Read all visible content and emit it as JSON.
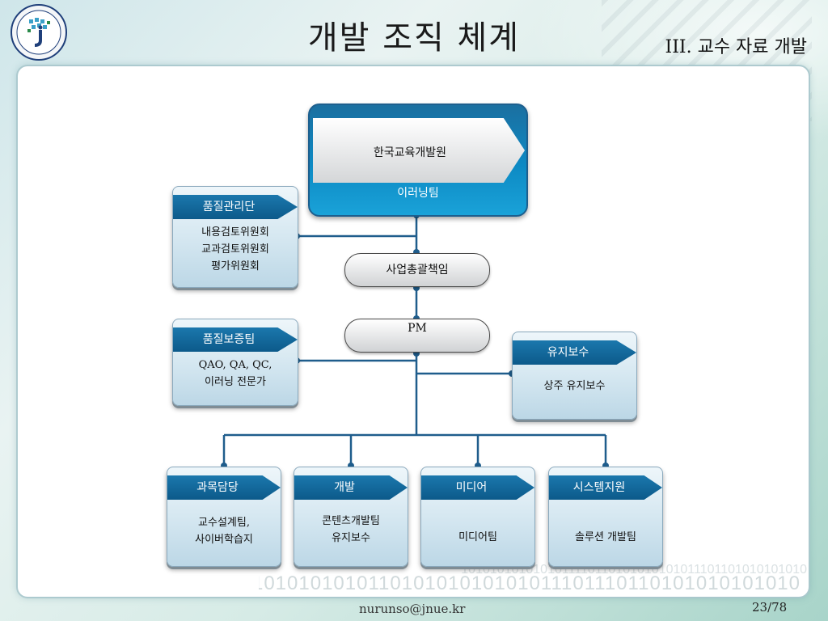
{
  "title": "개발 조직 체계",
  "section": "III. 교수 자료 개발",
  "top": {
    "title": "한국교육개발원",
    "subtitle": "이러닝팀"
  },
  "pills": {
    "manager": "사업총괄책임",
    "pm": "PM"
  },
  "quality_mgmt": {
    "label": "품질관리단",
    "lines": [
      "내용검토위원회",
      "교과검토위원회",
      "평가위원회"
    ]
  },
  "quality_assure": {
    "label": "품질보증팀",
    "lines": [
      "QAO, QA, QC,",
      "이러닝 전문가"
    ]
  },
  "maintenance": {
    "label": "유지보수",
    "lines": [
      "상주 유지보수"
    ]
  },
  "teams": [
    {
      "label": "과목담당",
      "lines": [
        "교수설계팀,",
        "사이버학습지"
      ]
    },
    {
      "label": "개발",
      "lines": [
        "콘텐츠개발팀",
        "유지보수"
      ]
    },
    {
      "label": "미디어",
      "lines": [
        "미디어팀"
      ]
    },
    {
      "label": "시스템지원",
      "lines": [
        "솔루션 개발팀"
      ]
    }
  ],
  "binary_row1": "1010101010101011110110101010101011101101010101010",
  "binary_row2": "01010101010101011010101010101011101110110101010101010",
  "footer": {
    "email": "nurunso@jnue.kr",
    "page": "23/78"
  },
  "colors": {
    "accent": "#0d5f93",
    "line": "#1f5d8c",
    "panel_border": "#aac8cd"
  }
}
